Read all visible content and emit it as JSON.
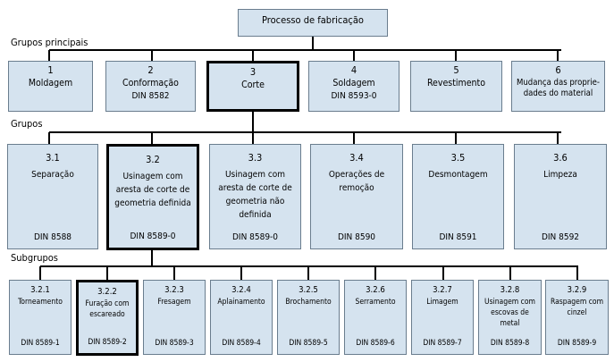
{
  "root": {
    "label": "Processo de fabricação"
  },
  "section_labels": {
    "main_groups": "Grupos principais",
    "groups": "Grupos",
    "subgroups": "Subgrupos"
  },
  "main_groups": [
    {
      "num": "1",
      "name": "Moldagem",
      "din": ""
    },
    {
      "num": "2",
      "name": "Conformação",
      "din": "DIN 8582"
    },
    {
      "num": "3",
      "name": "Corte",
      "din": ""
    },
    {
      "num": "4",
      "name": "Soldagem",
      "din": "DIN 8593-0"
    },
    {
      "num": "5",
      "name": "Revestimento",
      "din": ""
    },
    {
      "num": "6",
      "name": "Mudança das proprie-dades do material",
      "din": ""
    }
  ],
  "groups": [
    {
      "num": "3.1",
      "name": "Separação",
      "din": "DIN 8588"
    },
    {
      "num": "3.2",
      "name": "Usinagem com aresta de corte de geometria definida",
      "din": "DIN 8589-0"
    },
    {
      "num": "3.3",
      "name": "Usinagem com aresta de corte de geometria não definida",
      "din": "DIN 8589-0"
    },
    {
      "num": "3.4",
      "name": "Operações de remoção",
      "din": "DIN 8590"
    },
    {
      "num": "3.5",
      "name": "Desmontagem",
      "din": "DIN 8591"
    },
    {
      "num": "3.6",
      "name": "Limpeza",
      "din": "DIN 8592"
    }
  ],
  "subgroups": [
    {
      "num": "3.2.1",
      "name": "Torneamento",
      "din": "DIN 8589-1"
    },
    {
      "num": "3.2.2",
      "name": "Furação com escareado",
      "din": "DIN 8589-2"
    },
    {
      "num": "3.2.3",
      "name": "Fresagem",
      "din": "DIN 8589-3"
    },
    {
      "num": "3.2.4",
      "name": "Aplainamento",
      "din": "DIN 8589-4"
    },
    {
      "num": "3.2.5",
      "name": "Brochamento",
      "din": "DIN 8589-5"
    },
    {
      "num": "3.2.6",
      "name": "Serramento",
      "din": "DIN 8589-6"
    },
    {
      "num": "3.2.7",
      "name": "Limagem",
      "din": "DIN 8589-7"
    },
    {
      "num": "3.2.8",
      "name": "Usinagem com escovas de metal",
      "din": "DIN 8589-8"
    },
    {
      "num": "3.2.9",
      "name": "Raspagem com cinzel",
      "din": "DIN 8589-9"
    }
  ]
}
